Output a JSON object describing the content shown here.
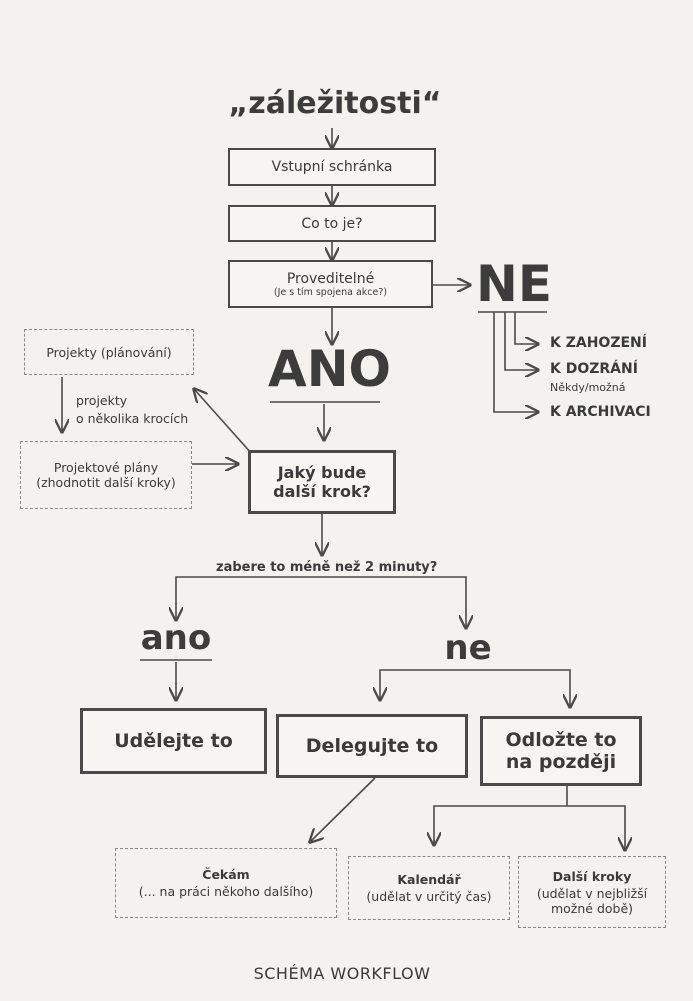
{
  "title": "„záležitosti“",
  "flow": {
    "inbox": "Vstupní schránka",
    "what_is_it": "Co to je?",
    "actionable": "Proveditelné",
    "actionable_sub": "(Je s tím spojena akce?)"
  },
  "no_branch": {
    "label": "NE",
    "items": [
      "K ZAHOZENÍ",
      "K DOZRÁNÍ",
      "K ARCHIVACI"
    ],
    "maturing_sub": "Někdy/možná"
  },
  "yes_label": "ANO",
  "projects": {
    "projects_box": "Projekty (plánování)",
    "multi_step_line1": "projekty",
    "multi_step_line2": "o několika krocích",
    "plans_line1": "Projektové plány",
    "plans_line2": "(zhodnotit další kroky)"
  },
  "next_action": {
    "line1": "Jaký bude",
    "line2": "další krok?"
  },
  "two_minutes_question": "zabere to méně než 2 minuty?",
  "small_yes": "ano",
  "small_no": "ne",
  "actions": {
    "do_it": "Udělejte to",
    "delegate": "Delegujte to",
    "defer_line1": "Odložte to",
    "defer_line2": "na později"
  },
  "outcomes": {
    "waiting_title": "Čekám",
    "waiting_sub": "(... na práci někoho dalšího)",
    "calendar_title": "Kalendář",
    "calendar_sub": "(udělat v určitý čas)",
    "next_title": "Další kroky",
    "next_sub_line1": "(udělat v nejbližší",
    "next_sub_line2": "možné době)"
  },
  "caption": "SCHÉMA WORKFLOW"
}
